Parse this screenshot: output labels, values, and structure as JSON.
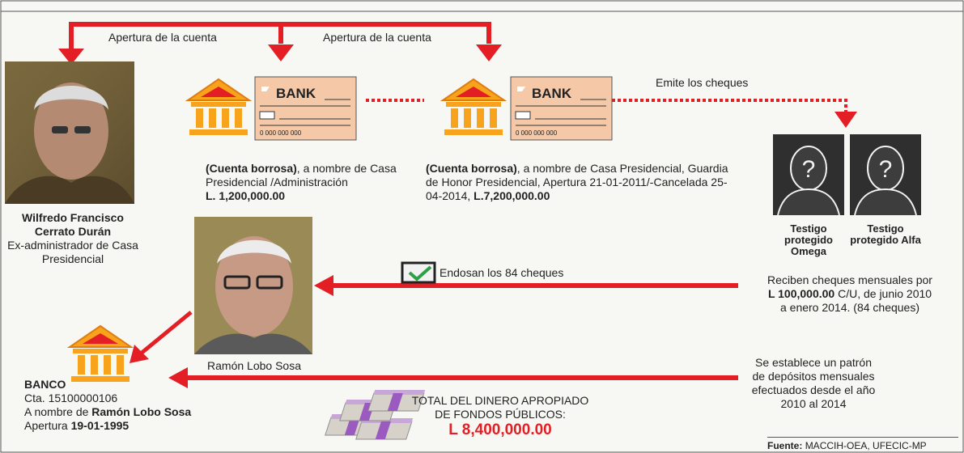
{
  "labels": {
    "apertura1": "Apertura de la cuenta",
    "apertura2": "Apertura de la cuenta",
    "emite": "Emite los cheques",
    "endosan": "Endosan los 84 cheques"
  },
  "wilfredo": {
    "name": "Wilfredo Francisco Cerrato Durán",
    "role": "Ex-administrador de Casa Presidencial"
  },
  "account1": {
    "status": "(Cuenta borrosa)",
    "holder": ", a nombre de Casa Presidencial /Administración",
    "amount": "L. 1,200,000.00"
  },
  "account2": {
    "status": "(Cuenta borrosa)",
    "holder": ", a nombre de Casa Presidencial, Guardia de Honor Presidencial, Apertura 21-01-2011/-Cancelada 25-04-2014, ",
    "amount": "L.7,200,000.00"
  },
  "check": {
    "bank_label": "BANK",
    "number": "0 000 000 000"
  },
  "witnesses": {
    "omega": "Testigo protegido Omega",
    "alfa": "Testigo protegido Alfa"
  },
  "monthly": {
    "line1": "Reciben cheques mensuales por",
    "amount": "L 100,000.00",
    "line2": " C/U, de junio 2010",
    "line3": "a enero 2014. (84 cheques)"
  },
  "ramon": {
    "name": "Ramón Lobo Sosa"
  },
  "bank": {
    "title": "BANCO",
    "account": "Cta. 15100000106",
    "holder_prefix": "A nombre de ",
    "holder": "Ramón Lobo Sosa",
    "opening_prefix": "Apertura ",
    "opening_date": "19-01-1995"
  },
  "total": {
    "line1": "TOTAL DEL DINERO APROPIADO",
    "line2": "DE FONDOS PÚBLICOS:",
    "amount": "L 8,400,000.00"
  },
  "deposits": {
    "l1": "Se establece un patrón",
    "l2": "de depósitos mensuales",
    "l3": "efectuados desde el año",
    "l4": "2010 al 2014"
  },
  "source": {
    "label": "Fuente:",
    "text": "MACCIH-OEA, UFECIC-MP"
  },
  "colors": {
    "accent_red": "#e31e24",
    "bank_orange": "#f7a31c",
    "check_peach": "#f5c9a8"
  }
}
